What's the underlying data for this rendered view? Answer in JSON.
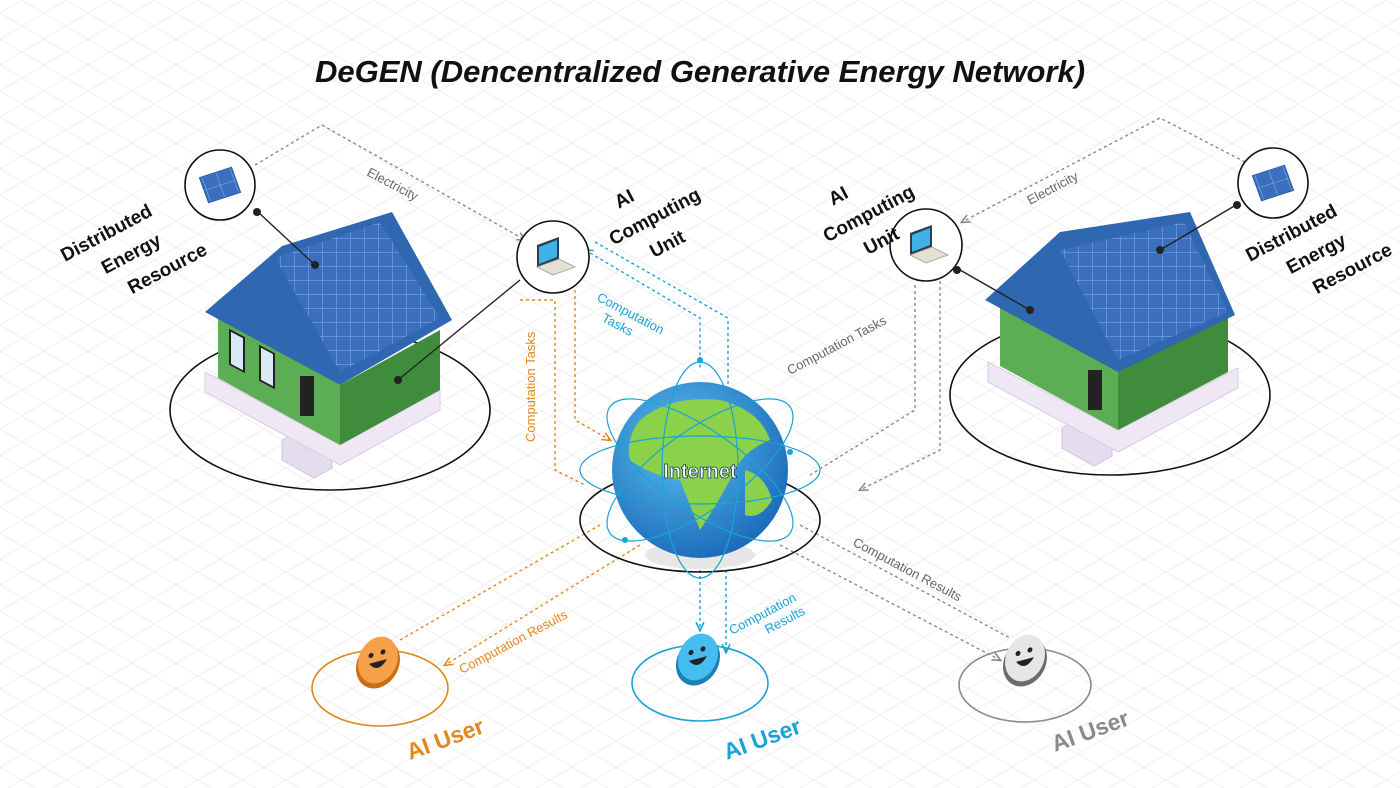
{
  "title": "DeGEN (Dencentralized Generative Energy Network)",
  "nodes": {
    "der_left": "Distributed Energy Resource",
    "der_left_lines": [
      "Distributed",
      "Energy",
      "Resource"
    ],
    "der_right": "Distributed Energy Resource",
    "der_right_lines": [
      "Distributed",
      "Energy",
      "Resource"
    ],
    "aicu_left_lines": [
      "AI",
      "Computing",
      "Unit"
    ],
    "aicu_right_lines": [
      "AI",
      "Computing",
      "Unit"
    ],
    "internet": "Internet",
    "user_orange": "AI User",
    "user_blue": "AI User",
    "user_gray": "AI User"
  },
  "flows": {
    "electricity_left": "Electricity",
    "electricity_right": "Electricity",
    "tasks_orange": "Computation Tasks",
    "tasks_blue_lines": [
      "Computation",
      "Tasks"
    ],
    "tasks_gray": "Computation Tasks",
    "results_orange": "Computation Results",
    "results_blue_lines": [
      "Computation",
      "Results"
    ],
    "results_gray": "Computation Results"
  },
  "colors": {
    "orange": "#e08a1e",
    "blue": "#1aa3d4",
    "gray": "#8a8a8a",
    "roof": "#2f67b1",
    "wall": "#4ea34a"
  },
  "icons": [
    "solar-panel-icon",
    "laptop-icon",
    "globe-icon",
    "smiley-icon"
  ]
}
